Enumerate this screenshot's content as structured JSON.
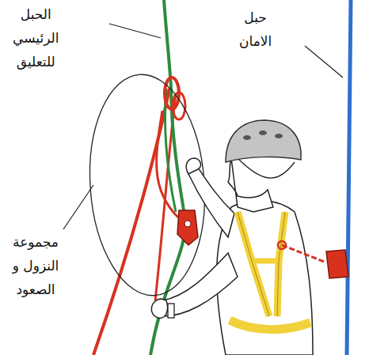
{
  "diagram": {
    "labels": [
      "الحبل الرئيسي للتعليق",
      "حبل الامان",
      "مجموعة النزول و الصعود"
    ]
  }
}
